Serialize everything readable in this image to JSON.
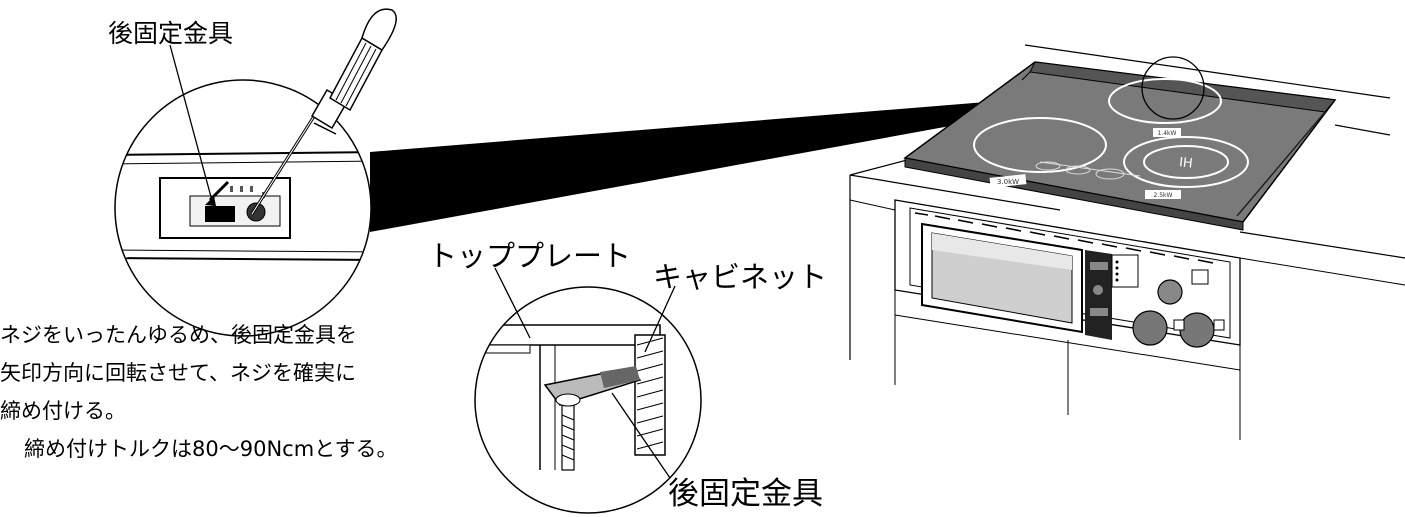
{
  "labels": {
    "fixture_top": "後固定金具",
    "top_plate": "トッププレート",
    "cabinet": "キャビネット",
    "fixture_bottom": "後固定金具"
  },
  "instructions": {
    "line1": "ネジをいったんゆるめ、後固定金具を",
    "line2": "矢印方向に回転させて、ネジを確実に",
    "line3": "締め付ける。",
    "line4": "締め付けトルクは80～90Ncmとする。"
  },
  "cooktop": {
    "burner_right_front": "IH",
    "rating_left": "3.0kW",
    "rating_back": "1.4kW",
    "rating_right": "2.5kW"
  },
  "colors": {
    "line": "#000000",
    "plate": "#6e6e6e",
    "plate_dark": "#555555",
    "background": "#ffffff"
  }
}
